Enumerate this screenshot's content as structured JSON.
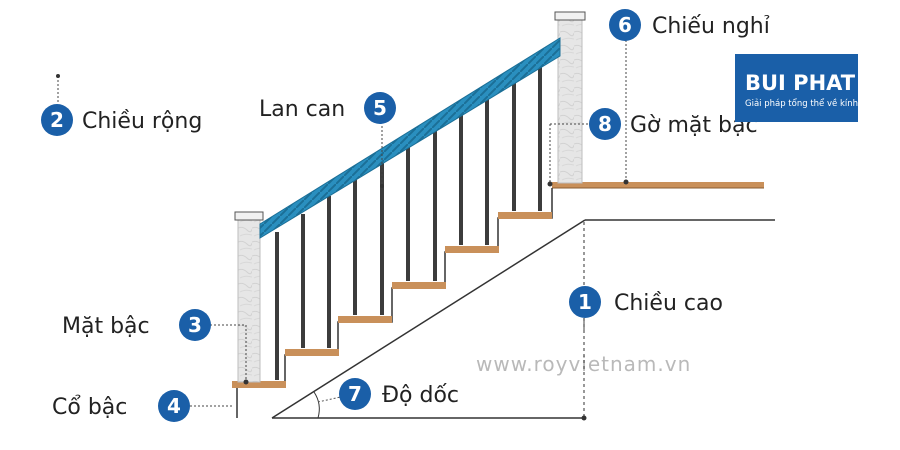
{
  "labels": {
    "height": {
      "number": "1",
      "text": "Chiều cao"
    },
    "width": {
      "number": "2",
      "text": "Chiều rộng"
    },
    "tread": {
      "number": "3",
      "text": "Mặt bậc"
    },
    "riser": {
      "number": "4",
      "text": "Cổ bậc"
    },
    "railing": {
      "number": "5",
      "text": "Lan can"
    },
    "landing": {
      "number": "6",
      "text": "Chiếu nghỉ"
    },
    "slope": {
      "number": "7",
      "text": "Độ dốc"
    },
    "nosing": {
      "number": "8",
      "text": "Gờ mặt bậc"
    }
  },
  "watermark": "www.royvietnam.vn",
  "logo": {
    "title": "BUI PHAT",
    "subtitle": "Giải pháp tổng thể về kính"
  },
  "colors": {
    "handrail": "#2a8fbf",
    "wood": "#c9905a",
    "post": "#e4e4e4",
    "baluster": "#3c3c3c",
    "badge": "#1a5fa8"
  }
}
